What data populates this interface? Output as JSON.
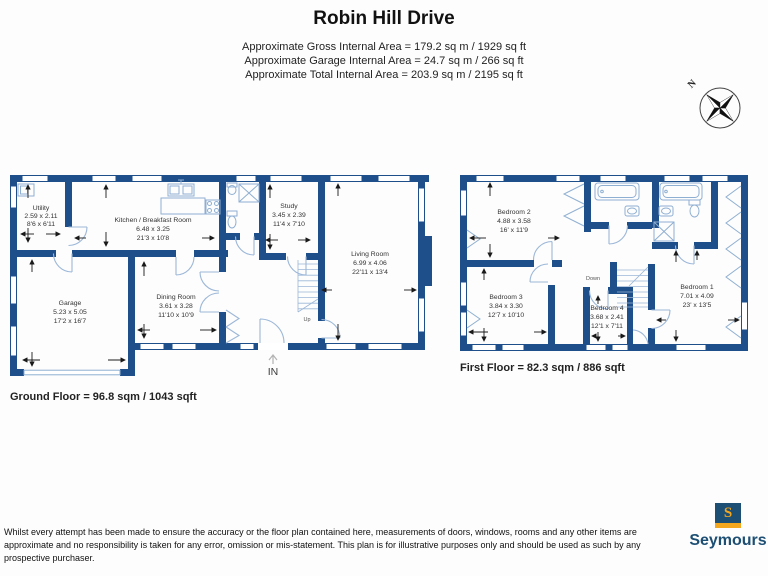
{
  "page": {
    "title": "Robin Hill Drive"
  },
  "area_summary": {
    "line1": "Approximate Gross Internal Area = 179.2 sq m / 1929 sq ft",
    "line2": "Approximate Garage Internal Area = 24.7 sq m / 266 sq ft",
    "line3": "Approximate Total Internal Area = 203.9 sq m / 2195 sq ft"
  },
  "compass": {
    "north_label": "N"
  },
  "ground_floor": {
    "summary": "Ground Floor = 96.8 sqm / 1043 sqft",
    "entrance_label": "IN",
    "stairs_label": "Up",
    "rooms": {
      "utility": {
        "name": "Utility",
        "metric": "2.59 x 2.11",
        "imperial": "8'6 x 6'11"
      },
      "kitchen": {
        "name": "Kitchen / Breakfast Room",
        "metric": "6.48 x 3.25",
        "imperial": "21'3 x 10'8"
      },
      "garage": {
        "name": "Garage",
        "metric": "5.23 x 5.05",
        "imperial": "17'2 x 16'7"
      },
      "dining": {
        "name": "Dining Room",
        "metric": "3.61 x 3.28",
        "imperial": "11'10 x 10'9"
      },
      "study": {
        "name": "Study",
        "metric": "3.45 x 2.39",
        "imperial": "11'4 x 7'10"
      },
      "living": {
        "name": "Living Room",
        "metric": "6.99 x 4.06",
        "imperial": "22'11 x 13'4"
      }
    }
  },
  "first_floor": {
    "summary": "First Floor = 82.3 sqm / 886 sqft",
    "stairs_label": "Down",
    "rooms": {
      "bedroom1": {
        "name": "Bedroom 1",
        "metric": "7.01 x 4.09",
        "imperial": "23' x 13'5"
      },
      "bedroom2": {
        "name": "Bedroom 2",
        "metric": "4.88 x 3.58",
        "imperial": "16' x 11'9"
      },
      "bedroom3": {
        "name": "Bedroom 3",
        "metric": "3.84 x 3.30",
        "imperial": "12'7 x 10'10"
      },
      "bedroom4": {
        "name": "Bedroom 4",
        "metric": "3.68 x 2.41",
        "imperial": "12'1 x 7'11"
      }
    }
  },
  "footer": {
    "disclaimer": "Whilst every attempt has been made to ensure the accuracy or the floor plan contained here, measurements of doors, windows, rooms and any other items are approximate and no responsibility is taken for any error, omission or mis-statement. This plan is for illustrative purposes only and should be used as such by any prospective purchaser.",
    "brand": {
      "monogram": "S",
      "name": "Seymours"
    }
  },
  "colors": {
    "wall": "#1e4f8a",
    "fixtures": "#8fafd2",
    "brand_navy": "#1d4e74",
    "brand_gold": "#f2a71e"
  }
}
